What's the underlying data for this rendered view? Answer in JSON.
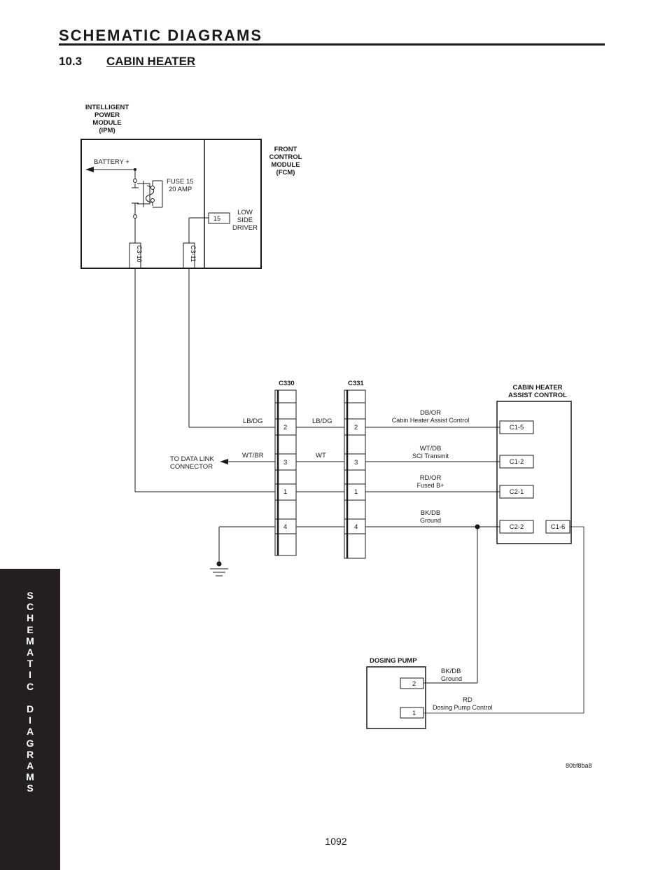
{
  "header": {
    "title": "SCHEMATIC DIAGRAMS",
    "section_number": "10.3",
    "section_title": "CABIN HEATER"
  },
  "side_tab": {
    "text": "S\nC\nH\nE\nM\nA\nT\nI\nC\n\nD\nI\nA\nG\nR\nA\nM\nS"
  },
  "page_number": "1092",
  "diagram": {
    "ipm": {
      "title": [
        "INTELLIGENT",
        "POWER",
        "MODULE",
        "(IPM)"
      ],
      "battery": "BATTERY +",
      "fuse": [
        "FUSE 15",
        "20 AMP"
      ]
    },
    "fcm": {
      "title": [
        "FRONT",
        "CONTROL",
        "MODULE",
        "(FCM)"
      ],
      "pin15": "15",
      "driver": [
        "LOW",
        "SIDE",
        "DRIVER"
      ]
    },
    "ipm_pins": [
      "C3-10",
      "C3-11"
    ],
    "connectors": {
      "c330": "C330",
      "c331": "C331"
    },
    "cavities": [
      "2",
      "3",
      "1",
      "4"
    ],
    "left_wires": {
      "lbdg": "LB/DG",
      "wtbr": "WT/BR",
      "data_link": [
        "TO DATA LINK",
        "CONNECTOR"
      ]
    },
    "mid_wires": {
      "lbdg": "LB/DG",
      "wt": "WT"
    },
    "circuits": [
      {
        "color": "DB/OR",
        "desc": "Cabin Heater Assist Control",
        "pin": "C1-5"
      },
      {
        "color": "WT/DB",
        "desc": "SCI Transmit",
        "pin": "C1-2"
      },
      {
        "color": "RD/OR",
        "desc": "Fused B+",
        "pin": "C2-1"
      },
      {
        "color": "BK/DB",
        "desc": "Ground",
        "pin": "C2-2"
      }
    ],
    "chac": {
      "title": [
        "CABIN HEATER",
        "ASSIST CONTROL"
      ],
      "extra_pin": "C1-6"
    },
    "dosing_pump": {
      "title": "DOSING PUMP",
      "pins": [
        "2",
        "1"
      ],
      "wires": [
        {
          "color": "BK/DB",
          "desc": "Ground"
        },
        {
          "color": "RD",
          "desc": "Dosing Pump Control"
        }
      ]
    },
    "figure_id": "80bf8ba8"
  }
}
